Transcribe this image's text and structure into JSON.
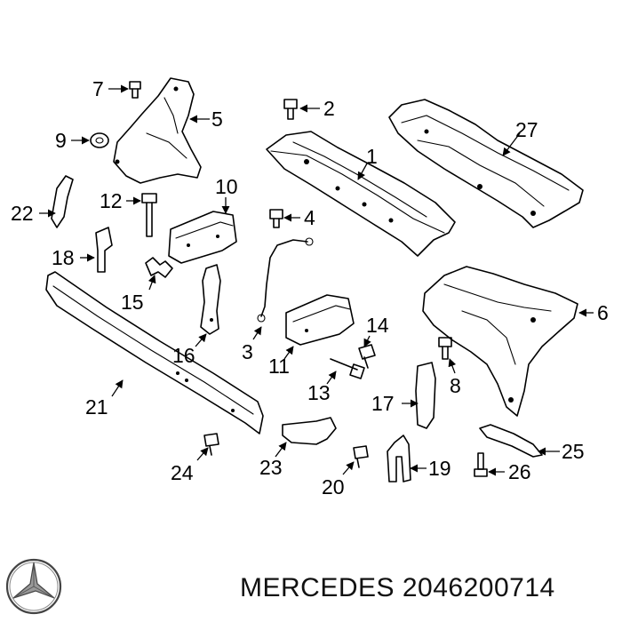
{
  "footer": {
    "caption": "MERCEDES 2046200714",
    "logo": "mercedes-star-logo"
  },
  "callouts": [
    "1",
    "2",
    "3",
    "4",
    "5",
    "6",
    "7",
    "8",
    "9",
    "10",
    "11",
    "12",
    "13",
    "14",
    "15",
    "16",
    "17",
    "18",
    "19",
    "20",
    "21",
    "22",
    "23",
    "24",
    "25",
    "26",
    "27"
  ]
}
